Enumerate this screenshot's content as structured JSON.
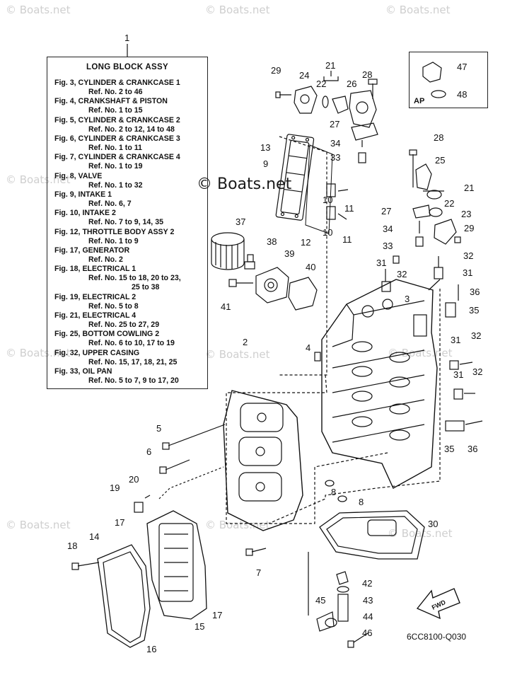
{
  "watermark": {
    "main": "© Boats.net",
    "faint": "© Boats.net"
  },
  "legend": {
    "callout": "1",
    "title": "LONG  BLOCK ASSY",
    "lines": [
      {
        "text": "Fig. 3, CYLINDER & CRANKCASE 1",
        "kind": "fig"
      },
      {
        "text": "Ref. No. 2 to 46",
        "kind": "ref"
      },
      {
        "text": "Fig. 4, CRANKSHAFT & PISTON",
        "kind": "fig"
      },
      {
        "text": "Ref. No. 1 to 15",
        "kind": "ref"
      },
      {
        "text": "Fig. 5, CYLINDER & CRANKCASE 2",
        "kind": "fig"
      },
      {
        "text": "Ref. No. 2 to 12, 14 to 48",
        "kind": "ref"
      },
      {
        "text": "Fig. 6, CYLINDER & CRANKCASE 3",
        "kind": "fig"
      },
      {
        "text": "Ref. No. 1 to 11",
        "kind": "ref"
      },
      {
        "text": "Fig. 7, CYLINDER & CRANKCASE 4",
        "kind": "fig"
      },
      {
        "text": "Ref. No. 1 to 19",
        "kind": "ref"
      },
      {
        "text": "Fig. 8, VALVE",
        "kind": "fig"
      },
      {
        "text": "Ref. No. 1 to 32",
        "kind": "ref"
      },
      {
        "text": "Fig. 9, INTAKE 1",
        "kind": "fig"
      },
      {
        "text": "Ref. No. 6, 7",
        "kind": "ref"
      },
      {
        "text": "Fig. 10, INTAKE 2",
        "kind": "fig"
      },
      {
        "text": "Ref. No. 7 to 9, 14, 35",
        "kind": "ref"
      },
      {
        "text": "Fig. 12, THROTTLE BODY ASSY 2",
        "kind": "fig"
      },
      {
        "text": "Ref. No. 1 to 9",
        "kind": "ref"
      },
      {
        "text": "Fig. 17, GENERATOR",
        "kind": "fig"
      },
      {
        "text": "Ref. No. 2",
        "kind": "ref"
      },
      {
        "text": "Fig. 18, ELECTRICAL 1",
        "kind": "fig"
      },
      {
        "text": "Ref. No. 15 to 18, 20 to 23,",
        "kind": "ref"
      },
      {
        "text": "25 to 38",
        "kind": "ref2"
      },
      {
        "text": "Fig. 19, ELECTRICAL 2",
        "kind": "fig"
      },
      {
        "text": "Ref. No. 5 to 8",
        "kind": "ref"
      },
      {
        "text": "Fig. 21, ELECTRICAL 4",
        "kind": "fig"
      },
      {
        "text": "Ref. No. 25 to 27, 29",
        "kind": "ref"
      },
      {
        "text": "Fig. 25, BOTTOM COWLING 2",
        "kind": "fig"
      },
      {
        "text": "Ref. No. 6 to 10, 17 to 19",
        "kind": "ref"
      },
      {
        "text": "Fig. 32, UPPER CASING",
        "kind": "fig"
      },
      {
        "text": "Ref. No. 15, 17, 18, 21, 25",
        "kind": "ref"
      },
      {
        "text": "Fig. 33, OIL PAN",
        "kind": "fig"
      },
      {
        "text": "Ref. No. 5 to 7, 9 to 17, 20",
        "kind": "ref"
      }
    ]
  },
  "ap_box": {
    "label": "AP",
    "callouts": [
      "47",
      "48"
    ]
  },
  "fwd_arrow": {
    "label": "FWD"
  },
  "diagram_code": "6CC8100-Q030",
  "callouts": {
    "c2": "2",
    "c3": "3",
    "c4": "4",
    "c5": "5",
    "c6": "6",
    "c7": "7",
    "c8a": "8",
    "c8b": "8",
    "c9": "9",
    "c10a": "10",
    "c10b": "10",
    "c11a": "11",
    "c11b": "11",
    "c12": "12",
    "c13": "13",
    "c14": "14",
    "c15": "15",
    "c16": "16",
    "c17a": "17",
    "c17b": "17",
    "c18": "18",
    "c19": "19",
    "c20": "20",
    "c21a": "21",
    "c21b": "21",
    "c22a": "22",
    "c22b": "22",
    "c23": "23",
    "c24": "24",
    "c25": "25",
    "c26": "26",
    "c27a": "27",
    "c27b": "27",
    "c28a": "28",
    "c28b": "28",
    "c29a": "29",
    "c29b": "29",
    "c30": "30",
    "c31a": "31",
    "c31b": "31",
    "c31c": "31",
    "c31d": "31",
    "c32a": "32",
    "c32b": "32",
    "c32c": "32",
    "c32d": "32",
    "c33a": "33",
    "c33b": "33",
    "c34a": "34",
    "c34b": "34",
    "c35a": "35",
    "c35b": "35",
    "c36a": "36",
    "c36b": "36",
    "c37": "37",
    "c38": "38",
    "c39": "39",
    "c40": "40",
    "c41": "41",
    "c42": "42",
    "c43": "43",
    "c44": "44",
    "c45": "45",
    "c46": "46"
  }
}
